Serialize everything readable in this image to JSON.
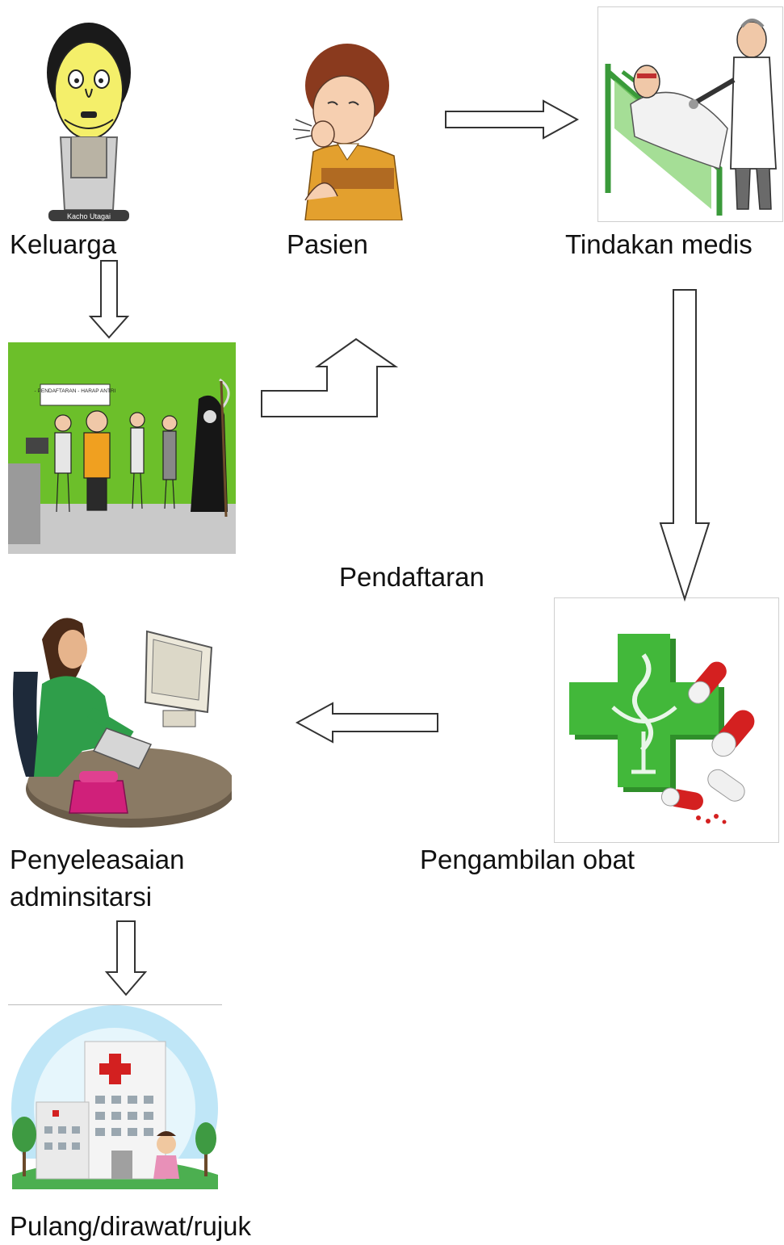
{
  "nodes": {
    "keluarga": {
      "label": "Keluarga",
      "illustration": "cartoon-man-icon",
      "caption": "Kacho Utagai"
    },
    "pasien": {
      "label": "Pasien",
      "illustration": "coughing-patient-icon"
    },
    "tindakan_medis": {
      "label": "Tindakan medis",
      "illustration": "doctor-bedside-icon"
    },
    "pendaftaran": {
      "label": "Pendaftaran",
      "illustration": "registration-queue-icon",
      "sign": "- PENDAFTARAN - HARAP ANTRI"
    },
    "pengambilan_obat": {
      "label": "Pengambilan obat",
      "illustration": "pharmacy-cross-pills-icon"
    },
    "penyelesaian": {
      "label": "Penyeleasaian adminsitarsi",
      "illustration": "admin-computer-desk-icon"
    },
    "pulang": {
      "label": "Pulang/dirawat/rujuk",
      "illustration": "hospital-building-icon"
    }
  },
  "flow": [
    "Keluarga",
    "Pendaftaran",
    "Pasien",
    "Tindakan medis",
    "Pengambilan obat",
    "Penyeleasaian adminsitarsi",
    "Pulang/dirawat/rujuk"
  ],
  "colors": {
    "registration_green": "#6cbf2a",
    "pharmacy_green": "#35a532",
    "pill_red": "#d42020",
    "hospital_sky": "#7cc8ee",
    "text": "#111111",
    "arrow_stroke": "#333333"
  }
}
